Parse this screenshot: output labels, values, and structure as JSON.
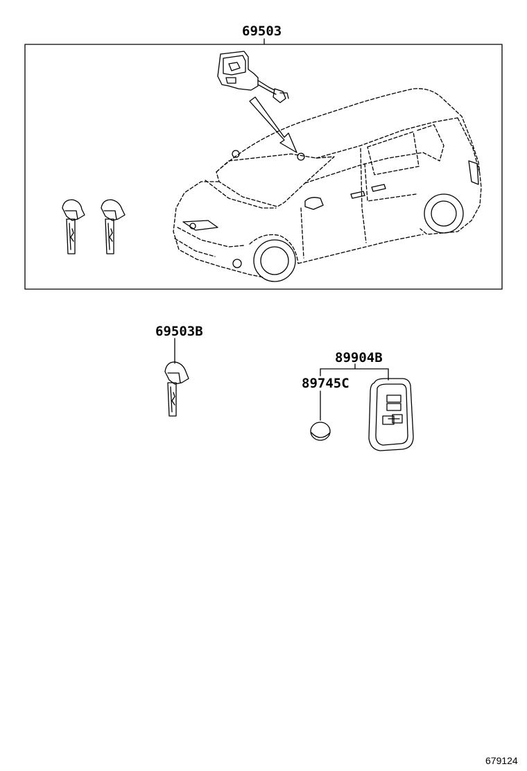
{
  "labels": {
    "assembly": "69503",
    "key_blank": "69503B",
    "transmitter": "89904B",
    "battery": "89745C"
  },
  "figure_number": "679124",
  "colors": {
    "line": "#000000",
    "background": "#ffffff"
  },
  "icons": [
    "lock-cylinder-icon",
    "mechanical-key-icon",
    "vehicle-icon",
    "smart-key-fob-icon",
    "coin-battery-icon"
  ]
}
